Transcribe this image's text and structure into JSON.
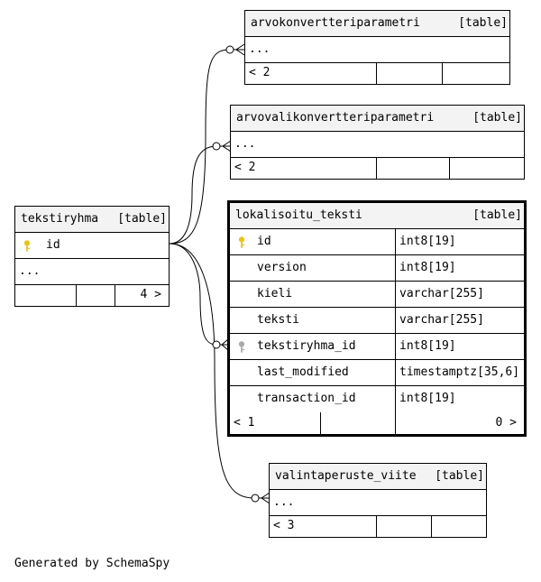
{
  "tables": {
    "arvokonvertteriparametri": {
      "name": "arvokonvertteriparametri",
      "type": "[table]",
      "ellipsis": "...",
      "footer_left": "< 2"
    },
    "arvovalikonvertteriparametri": {
      "name": "arvovalikonvertteriparametri",
      "type": "[table]",
      "ellipsis": "...",
      "footer_left": "< 2"
    },
    "tekstiryhma": {
      "name": "tekstiryhma",
      "type": "[table]",
      "column": "id",
      "ellipsis": "...",
      "footer_right": "4 >"
    },
    "lokalisoitu_teksti": {
      "name": "lokalisoitu_teksti",
      "type": "[table]",
      "columns": [
        {
          "name": "id",
          "datatype": "int8[19]",
          "key": "primary"
        },
        {
          "name": "version",
          "datatype": "int8[19]",
          "key": ""
        },
        {
          "name": "kieli",
          "datatype": "varchar[255]",
          "key": ""
        },
        {
          "name": "teksti",
          "datatype": "varchar[255]",
          "key": ""
        },
        {
          "name": "tekstiryhma_id",
          "datatype": "int8[19]",
          "key": "foreign"
        },
        {
          "name": "last_modified",
          "datatype": "timestamptz[35,6]",
          "key": ""
        },
        {
          "name": "transaction_id",
          "datatype": "int8[19]",
          "key": ""
        }
      ],
      "footer_left": "< 1",
      "footer_right": "0 >"
    },
    "valintaperuste_viite": {
      "name": "valintaperuste_viite",
      "type": "[table]",
      "ellipsis": "...",
      "footer_left": "< 3"
    }
  },
  "colors": {
    "primary_key": "#e6c619",
    "foreign_key": "#aaaaaa",
    "header_bg": "#f3f3f3"
  },
  "generated_by": "Generated by SchemaSpy"
}
